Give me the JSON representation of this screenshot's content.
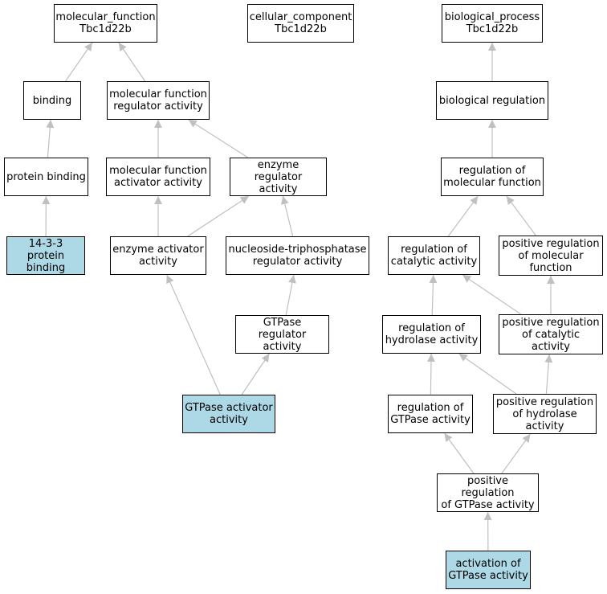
{
  "colors": {
    "edge": "#c0c0c0",
    "node_fill": "#ffffff",
    "highlight_fill": "#add8e6",
    "border": "#000000"
  },
  "nodes": [
    {
      "id": "mf",
      "line1": "molecular_function",
      "line2": "Tbc1d22b"
    },
    {
      "id": "cc",
      "line1": "cellular_component",
      "line2": "Tbc1d22b"
    },
    {
      "id": "bp",
      "line1": "biological_process",
      "line2": "Tbc1d22b"
    },
    {
      "id": "binding",
      "line1": "binding",
      "line2": ""
    },
    {
      "id": "mfreg",
      "line1": "molecular function",
      "line2": "regulator activity"
    },
    {
      "id": "bioreg",
      "line1": "biological regulation",
      "line2": ""
    },
    {
      "id": "protbind",
      "line1": "protein binding",
      "line2": ""
    },
    {
      "id": "mfact",
      "line1": "molecular function",
      "line2": "activator activity"
    },
    {
      "id": "enzreg",
      "line1": "enzyme regulator",
      "line2": "activity"
    },
    {
      "id": "regmf",
      "line1": "regulation of",
      "line2": "molecular function"
    },
    {
      "id": "p1433",
      "line1": "14-3-3 protein",
      "line2": "binding",
      "highlighted": true
    },
    {
      "id": "enzact",
      "line1": "enzyme activator",
      "line2": "activity"
    },
    {
      "id": "ntp",
      "line1": "nucleoside-triphosphatase",
      "line2": "regulator activity"
    },
    {
      "id": "regcat",
      "line1": "regulation of",
      "line2": "catalytic activity"
    },
    {
      "id": "posregmf",
      "line1": "positive regulation",
      "line2": "of molecular",
      "line3": "function"
    },
    {
      "id": "gtpreg",
      "line1": "GTPase regulator",
      "line2": "activity"
    },
    {
      "id": "reghyd",
      "line1": "regulation of",
      "line2": "hydrolase activity"
    },
    {
      "id": "posregcat",
      "line1": "positive regulation",
      "line2": "of catalytic",
      "line3": "activity"
    },
    {
      "id": "gtpact",
      "line1": "GTPase activator",
      "line2": "activity",
      "highlighted": true
    },
    {
      "id": "reggtp",
      "line1": "regulation of",
      "line2": "GTPase activity"
    },
    {
      "id": "posreghyd",
      "line1": "positive regulation",
      "line2": "of hydrolase",
      "line3": "activity"
    },
    {
      "id": "posreggtp",
      "line1": "positive regulation",
      "line2": "of GTPase activity"
    },
    {
      "id": "actgtp",
      "line1": "activation of",
      "line2": "GTPase activity",
      "highlighted": true
    }
  ],
  "edges": [
    [
      "binding",
      "mf"
    ],
    [
      "mfreg",
      "mf"
    ],
    [
      "protbind",
      "binding"
    ],
    [
      "p1433",
      "protbind"
    ],
    [
      "mfact",
      "mfreg"
    ],
    [
      "enzreg",
      "mfreg"
    ],
    [
      "enzact",
      "mfact"
    ],
    [
      "enzact",
      "enzreg"
    ],
    [
      "ntp",
      "enzreg"
    ],
    [
      "gtpreg",
      "ntp"
    ],
    [
      "gtpact",
      "enzact"
    ],
    [
      "gtpact",
      "gtpreg"
    ],
    [
      "bioreg",
      "bp"
    ],
    [
      "regmf",
      "bioreg"
    ],
    [
      "regcat",
      "regmf"
    ],
    [
      "posregmf",
      "regmf"
    ],
    [
      "posregcat",
      "regcat"
    ],
    [
      "posregcat",
      "posregmf"
    ],
    [
      "reghyd",
      "regcat"
    ],
    [
      "posreghyd",
      "reghyd"
    ],
    [
      "posreghyd",
      "posregcat"
    ],
    [
      "reggtp",
      "reghyd"
    ],
    [
      "posreggtp",
      "reggtp"
    ],
    [
      "posreggtp",
      "posreghyd"
    ],
    [
      "actgtp",
      "posreggtp"
    ]
  ]
}
